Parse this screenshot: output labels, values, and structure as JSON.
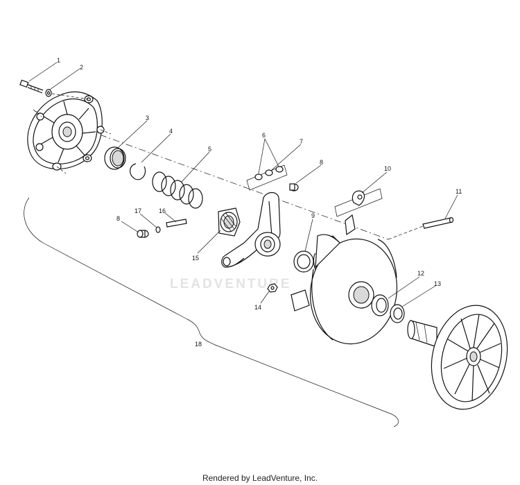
{
  "diagram": {
    "callouts": [
      "1",
      "2",
      "3",
      "4",
      "5",
      "6",
      "7",
      "8",
      "8",
      "9",
      "10",
      "11",
      "12",
      "13",
      "14",
      "15",
      "16",
      "17",
      "18"
    ],
    "watermark": "LEADVENTURE"
  },
  "footer": {
    "text": "Rendered by LeadVenture, Inc."
  }
}
